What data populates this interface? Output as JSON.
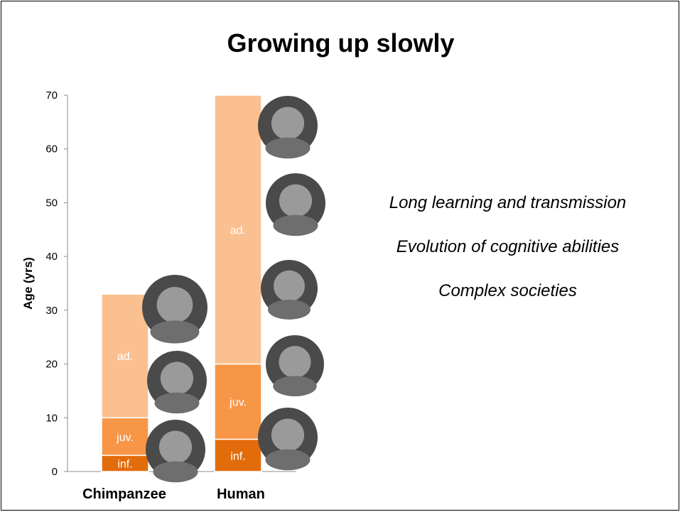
{
  "slide": {
    "title": "Growing up slowly",
    "notes": [
      "Long learning and transmission",
      "Evolution of cognitive abilities",
      "Complex societies"
    ]
  },
  "chart_data": {
    "type": "bar",
    "stacked": true,
    "categories": [
      "Chimpanzee",
      "Human"
    ],
    "series": [
      {
        "name": "",
        "label": "inf.",
        "values": [
          3,
          6
        ],
        "color": "#e36c0a"
      },
      {
        "name": "",
        "label": "juv.",
        "values": [
          7,
          14
        ],
        "color": "#f79646"
      },
      {
        "name": "",
        "label": "ad.",
        "values": [
          23,
          50
        ],
        "color": "#fac090"
      }
    ],
    "ylabel": "Age (yrs)",
    "xlabel": "",
    "ylim": [
      0,
      70
    ],
    "yticks": [
      0,
      10,
      20,
      30,
      40,
      50,
      60,
      70
    ],
    "grid": false,
    "legend": "none",
    "photos": {
      "Chimpanzee": [
        "chimpanzee-infant-photo",
        "chimpanzee-juvenile-photo",
        "chimpanzee-adult-photo"
      ],
      "Human": [
        "human-infant-photo",
        "human-child-photo",
        "human-teen-photo",
        "human-adult-photo",
        "human-elder-photo"
      ]
    }
  }
}
